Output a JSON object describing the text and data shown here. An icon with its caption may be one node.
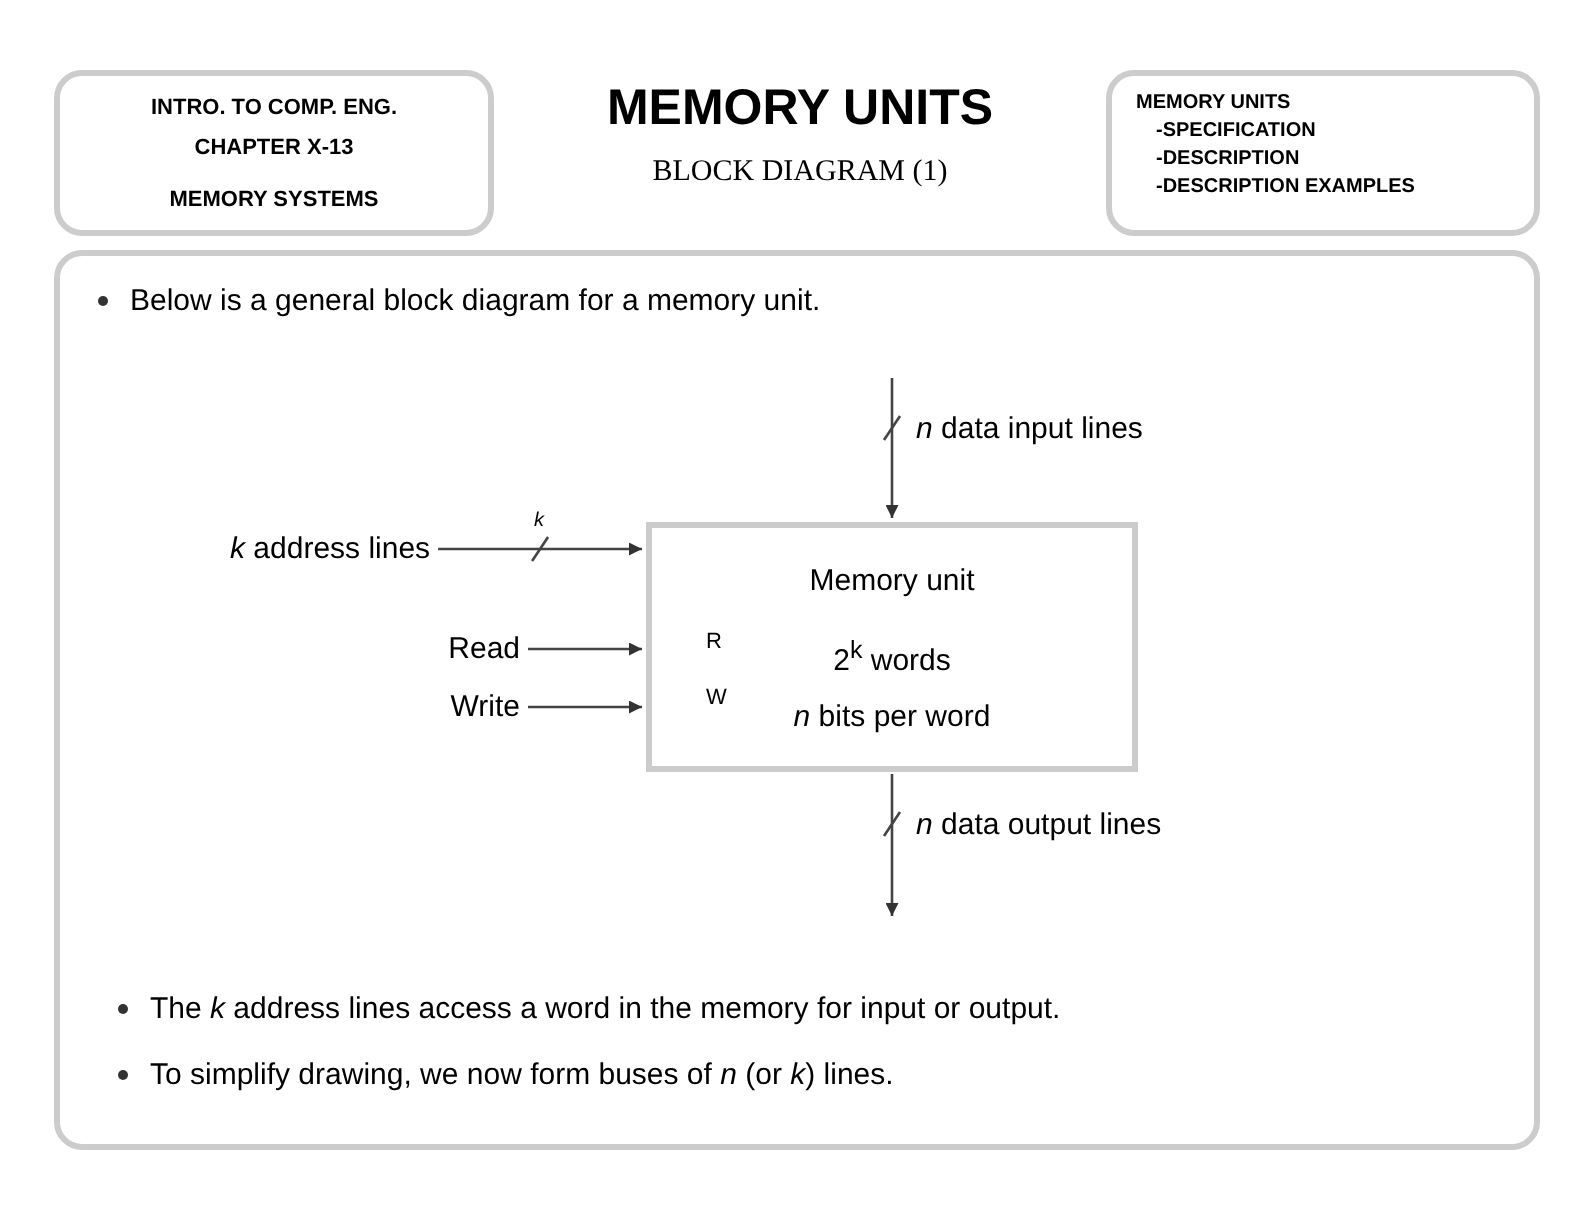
{
  "diagram": {
    "title": "MEMORY UNITS",
    "nodes": [
      {
        "text": [
          "INTRO. TO COMP. ENG.",
          "CHAPTER X-13",
          "MEMORY SYSTEMS"
        ]
      },
      {
        "text": [
          "MEMORY UNITS",
          "-SPECIFICATION",
          "-DESCRIPTION",
          "-DESCRIPTION EXAMPLES"
        ]
      },
      {
        "text": [
          "Below is a general block diagram for a memory unit.",
          "The *k* address lines access a word in the memory for input or output.",
          "To simplify drawing, we now form buses of *n* (or *k*) lines."
        ]
      },
      {
        "text": [
          "*k* address lines"
        ],
        "in": 2
      },
      {
        "text": [
          "Read"
        ],
        "in": 2
      },
      {
        "text": [
          "Write"
        ],
        "in": 2
      },
      {
        "text": [
          "Memory unit",
          "2$^{k}$ words",
          "*n* bits per word"
        ],
        "in": 2
      }
    ],
    "edges": [
      {
        "from": 3,
        "to": 6,
        "arrow": "to",
        "label": "*k*"
      },
      {
        "from": 4,
        "to": 6,
        "arrow": "to"
      },
      {
        "from": 5,
        "to": 6,
        "arrow": "to"
      },
      {
        "from": null,
        "to": 6,
        "arrow": "to",
        "label": "*n* data input lines"
      },
      {
        "from": 6,
        "to": null,
        "arrow": "to",
        "label": "*n* data output lines"
      }
    ],
    "labels": [
      "BLOCK DIAGRAM (1)",
      "R",
      "W"
    ]
  }
}
